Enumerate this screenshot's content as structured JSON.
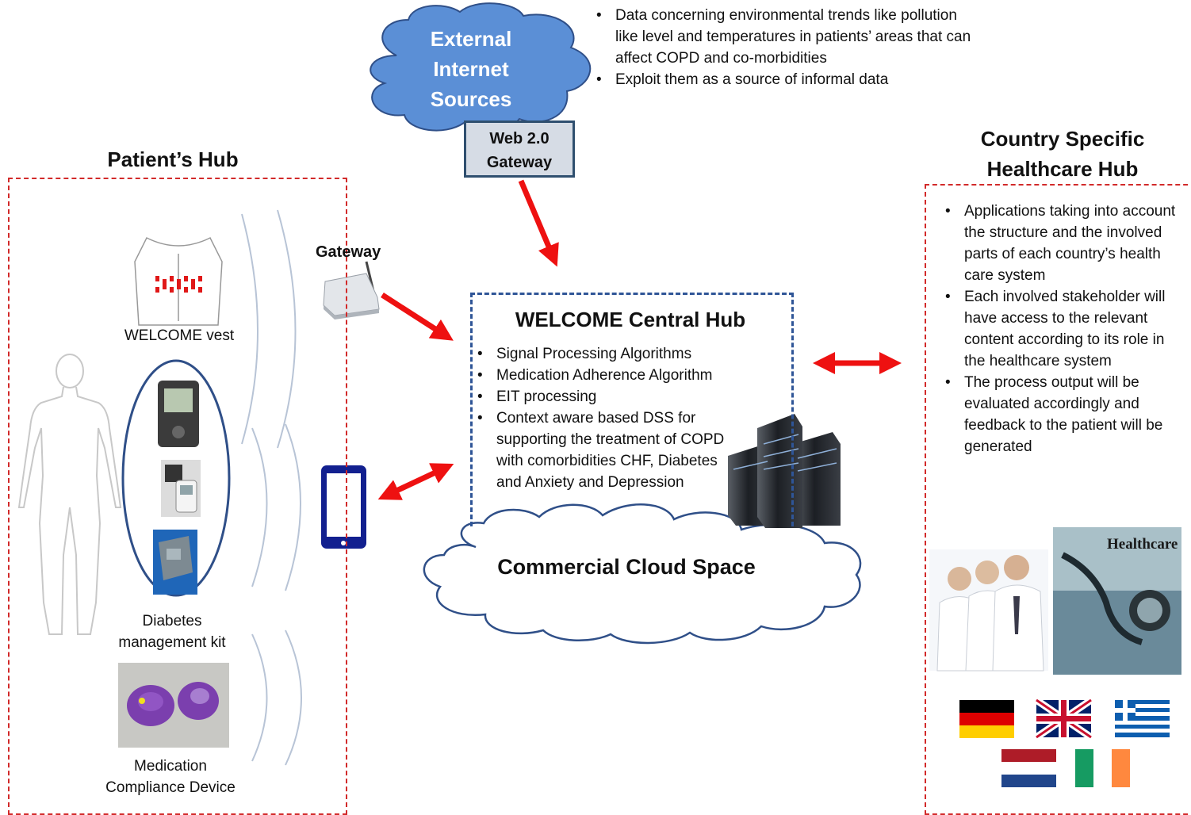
{
  "external": {
    "cloud_lines": [
      "External",
      "Internet",
      "Sources"
    ],
    "gateway_label_lines": [
      "Web 2.0",
      "Gateway"
    ],
    "bullets": [
      "Data concerning environmental trends like pollution like level and temperatures in patients’ areas that can affect COPD and co-morbidities",
      "Exploit them as a source of informal data"
    ]
  },
  "patient_hub": {
    "title": "Patient’s Hub",
    "gateway_label": "Gateway",
    "vest_label": "WELCOME vest",
    "diabetes_label_lines": [
      "Diabetes",
      "management kit"
    ],
    "medication_label_lines": [
      "Medication",
      "Compliance Device"
    ]
  },
  "central_hub": {
    "title": "WELCOME Central Hub",
    "bullets": [
      "Signal Processing Algorithms",
      "Medication Adherence Algorithm",
      "EIT processing",
      "Context aware based DSS for supporting the treatment of COPD with comorbidities CHF, Diabetes and Anxiety and Depression"
    ],
    "cloud_label": "Commercial Cloud Space"
  },
  "country_hub": {
    "title_lines": [
      "Country Specific",
      "Healthcare Hub"
    ],
    "bullets": [
      "Applications taking into account the structure and the involved parts of each country’s health care system",
      "Each involved stakeholder will have access to the relevant content according to its role in the healthcare system",
      "The process output will be evaluated accordingly and feedback to the patient will be generated"
    ],
    "image_caption": "Healthcare",
    "flags": [
      "germany-flag",
      "uk-flag",
      "greece-flag",
      "netherlands-flag",
      "ireland-flag"
    ]
  },
  "colors": {
    "arrow": "#ee1111",
    "red_dash": "#d22a2a",
    "blue_dash": "#2f5597",
    "cloud_fill": "#5b8fd6",
    "phone": "#12208f"
  }
}
